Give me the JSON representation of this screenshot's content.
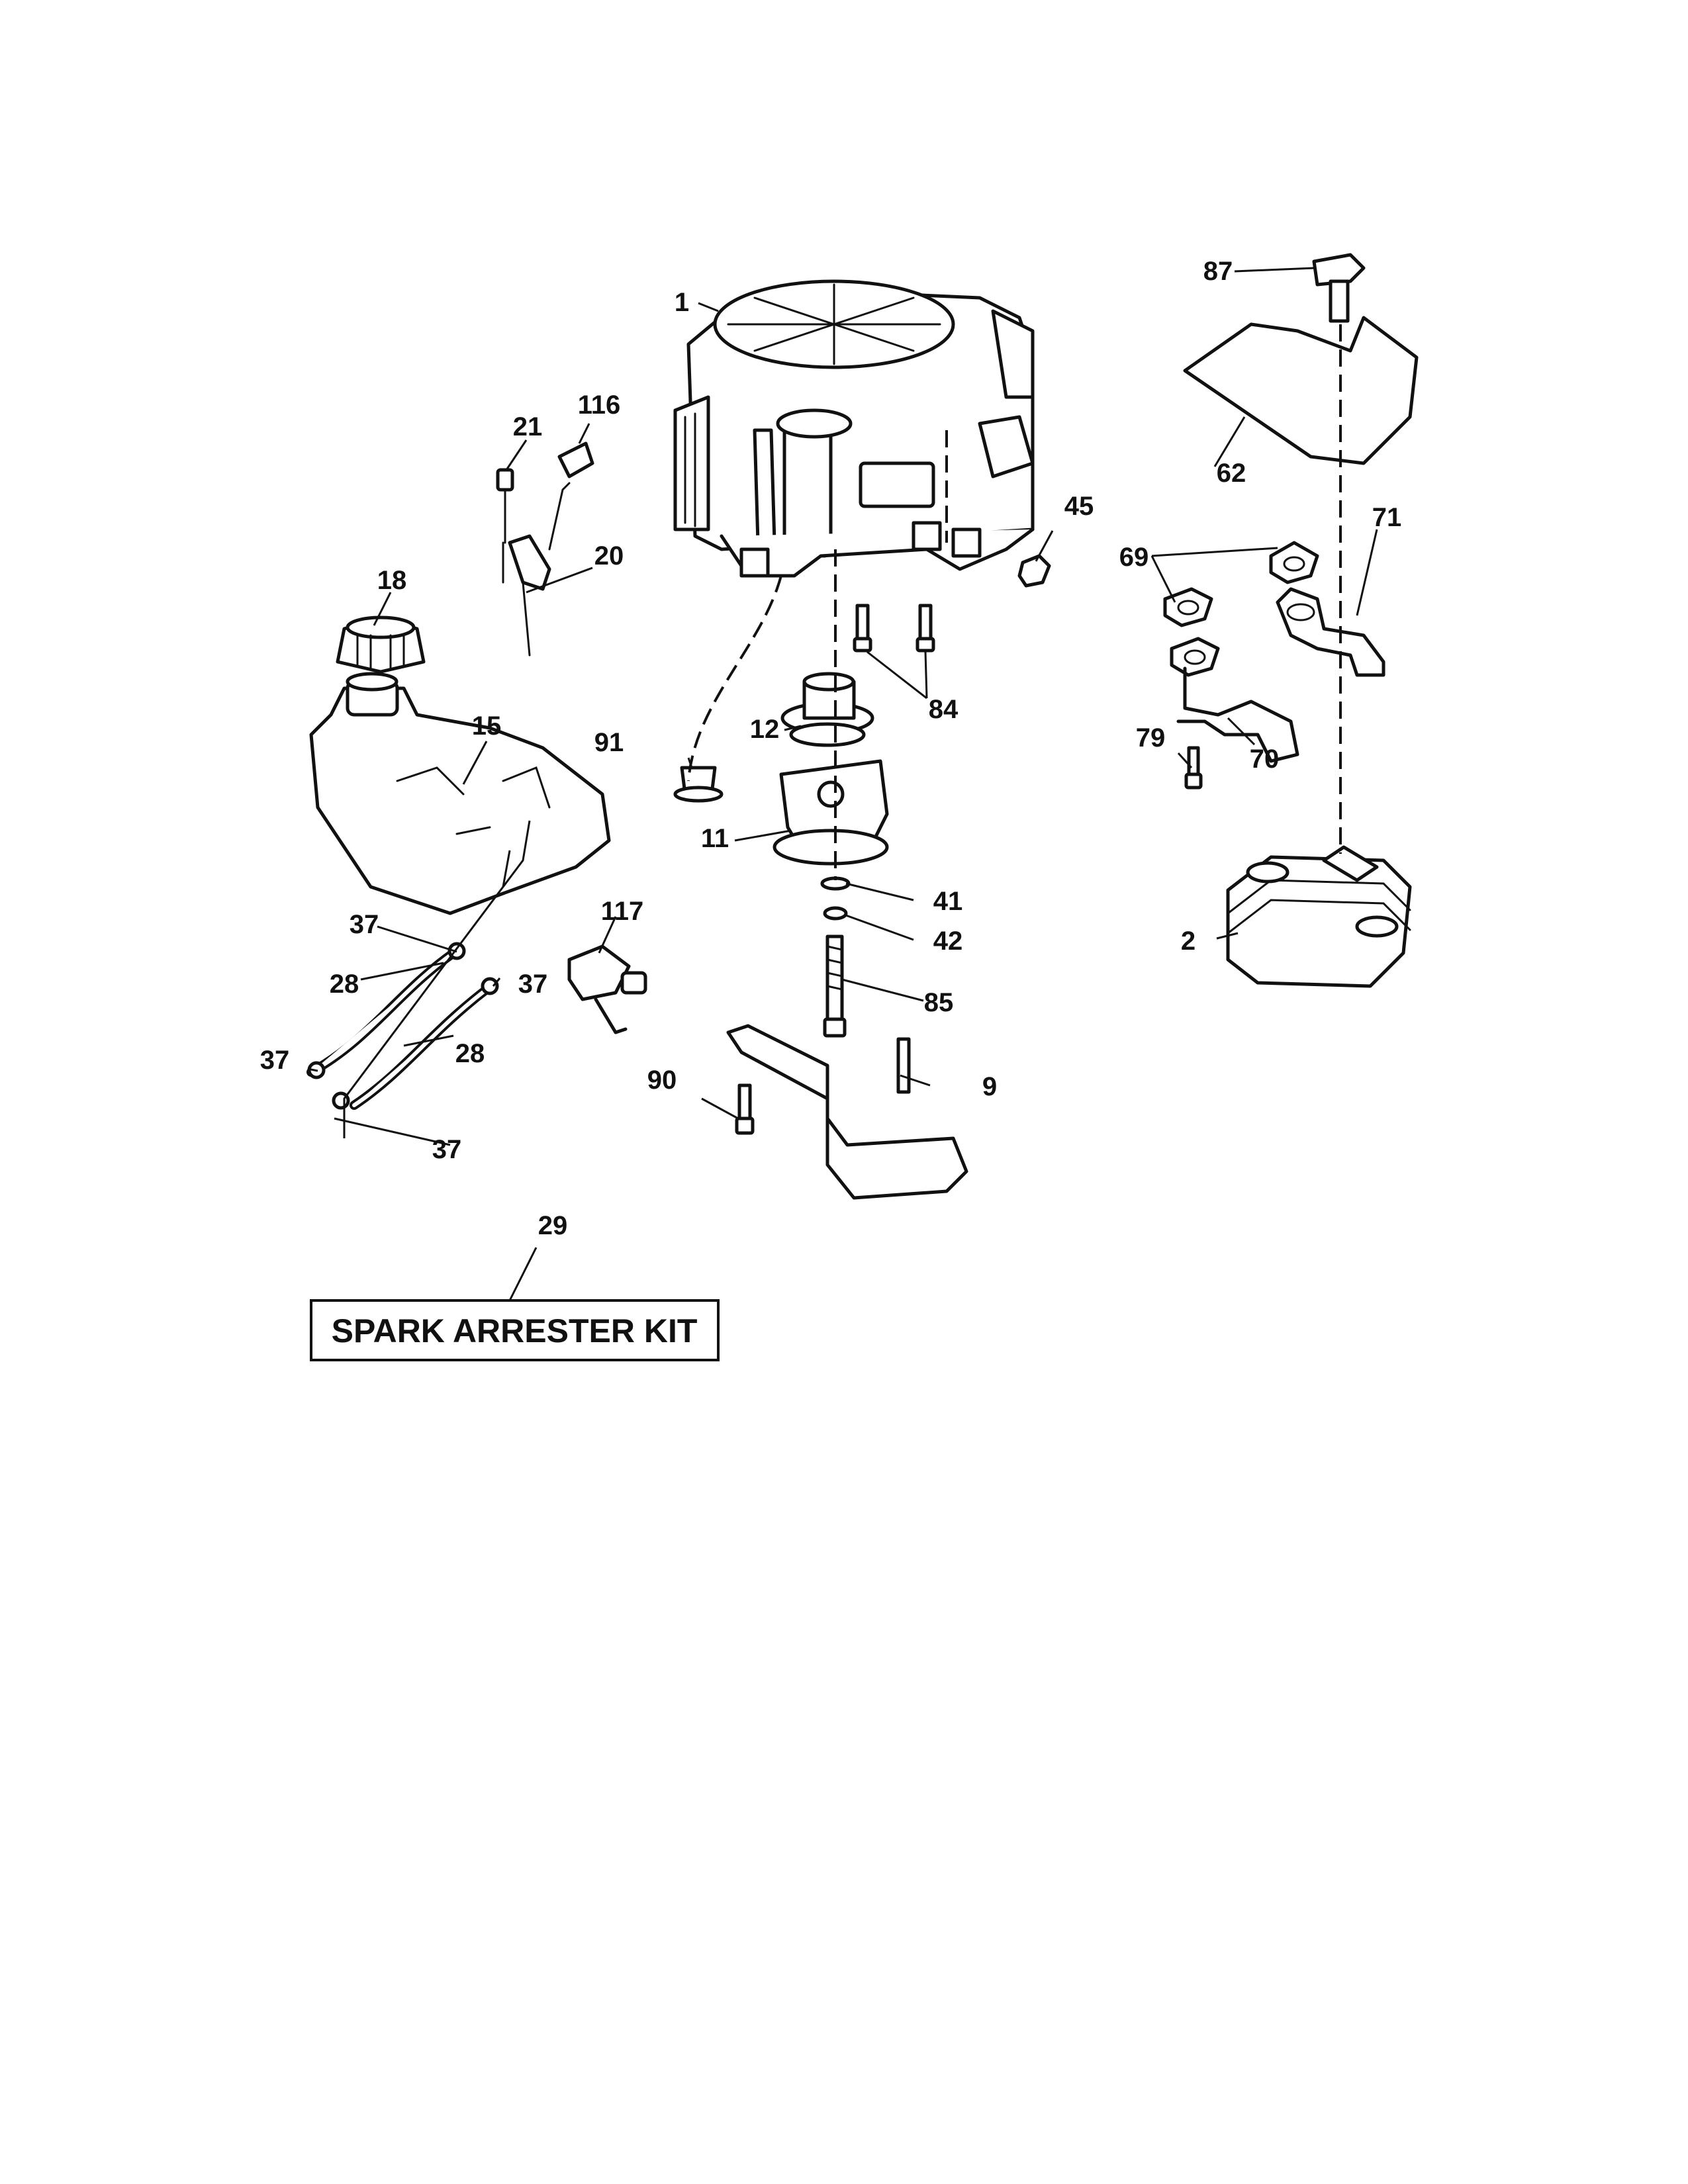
{
  "callouts": {
    "p1": "1",
    "p2": "2",
    "p9": "9",
    "p11": "11",
    "p12": "12",
    "p15": "15",
    "p18": "18",
    "p20": "20",
    "p21": "21",
    "p28a": "28",
    "p28b": "28",
    "p29": "29",
    "p37a": "37",
    "p37b": "37",
    "p37c": "37",
    "p37d": "37",
    "p41": "41",
    "p42": "42",
    "p45": "45",
    "p62": "62",
    "p69": "69",
    "p70": "70",
    "p71": "71",
    "p79": "79",
    "p84": "84",
    "p85": "85",
    "p87": "87",
    "p90": "90",
    "p91": "91",
    "p116": "116",
    "p117": "117"
  },
  "kit_label": "SPARK ARRESTER KIT"
}
